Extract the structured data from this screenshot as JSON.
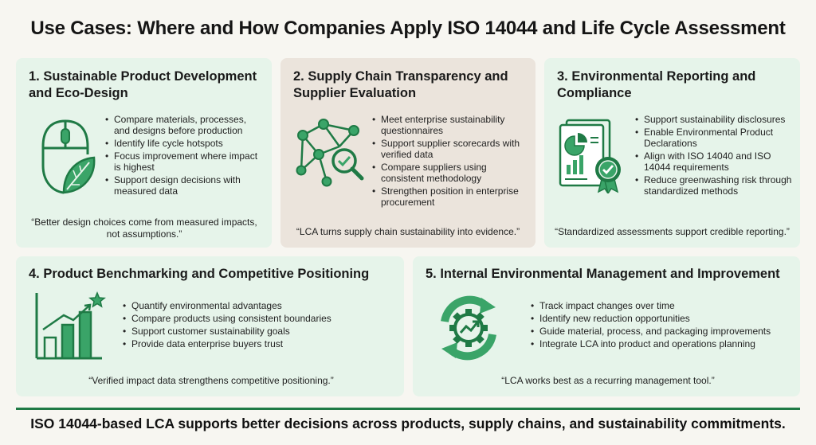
{
  "title": "Use Cases: Where and How Companies Apply ISO 14044 and Life Cycle Assessment",
  "colors": {
    "green_dark": "#1f7a45",
    "green_mid": "#3aa468",
    "card_green": "#e6f4ea",
    "card_tan": "#ebe4dc"
  },
  "cards": [
    {
      "title": "1. Sustainable Product Development and Eco-Design",
      "icon": "mouse-leaf-icon",
      "bullets": [
        "Compare materials, processes, and designs before production",
        "Identify life cycle hotspots",
        "Focus improvement where impact is highest",
        "Support design decisions with measured data"
      ],
      "quote": "“Better design choices come from measured impacts, not assumptions.”"
    },
    {
      "title": "2. Supply Chain Transparency and Supplier Evaluation",
      "icon": "network-magnifier-icon",
      "bullets": [
        "Meet enterprise sustainability questionnaires",
        "Support supplier scorecards with verified data",
        "Compare suppliers using consistent methodology",
        "Strengthen position in enterprise procurement"
      ],
      "quote": "“LCA turns supply chain sustainability into evidence.”"
    },
    {
      "title": "3. Environmental Reporting and Compliance",
      "icon": "report-badge-icon",
      "bullets": [
        "Support sustainability disclosures",
        "Enable Environmental Product Declarations",
        "Align with ISO 14040 and ISO 14044 requirements",
        "Reduce greenwashing risk through standardized methods"
      ],
      "quote": "“Standardized assessments support credible reporting.”"
    },
    {
      "title": "4. Product Benchmarking and Competitive Positioning",
      "icon": "bar-chart-star-icon",
      "bullets": [
        "Quantify environmental advantages",
        "Compare products using consistent boundaries",
        "Support customer sustainability goals",
        "Provide data enterprise buyers trust"
      ],
      "quote": "“Verified impact data strengthens competitive positioning.”"
    },
    {
      "title": "5. Internal Environmental Management and Improvement",
      "icon": "cycle-gear-icon",
      "bullets": [
        "Track impact changes over time",
        "Identify new reduction opportunities",
        "Guide material, process, and packaging improvements",
        "Integrate LCA into product and operations planning"
      ],
      "quote": "“LCA works best as a recurring management tool.”"
    }
  ],
  "footer": "ISO 14044-based LCA supports better decisions across products, supply chains, and sustainability commitments."
}
